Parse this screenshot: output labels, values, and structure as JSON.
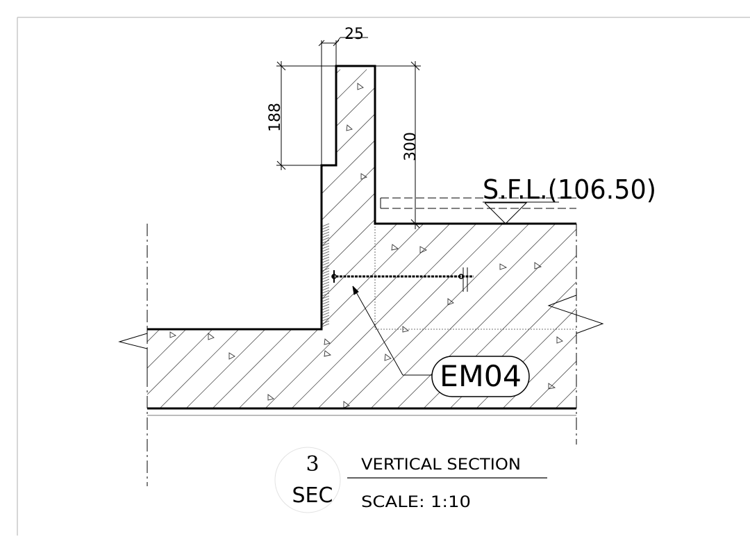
{
  "dimensions": {
    "d25": "25",
    "d188": "188",
    "d300": "300"
  },
  "level": {
    "label": "S.F.L.(106.50)"
  },
  "tag": {
    "label": "EM04"
  },
  "title_block": {
    "number": "3",
    "sheet": "SEC",
    "title": "VERTICAL SECTION",
    "scale": "SCALE: 1:10"
  },
  "colors": {
    "line": "#000000",
    "hatch": "#555555",
    "frame": "#c8c8c8"
  }
}
